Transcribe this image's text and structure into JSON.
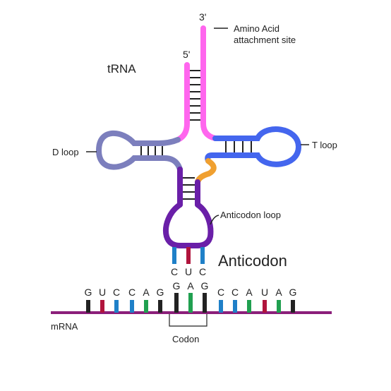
{
  "title": "tRNA",
  "end_3": "3'",
  "end_5": "5'",
  "labels": {
    "amino_acid_line1": "Amino Acid",
    "amino_acid_line2": "attachment site",
    "d_loop": "D loop",
    "t_loop": "T loop",
    "anticodon_loop": "Anticodon loop",
    "anticodon": "Anticodon",
    "codon": "Codon",
    "mrna": "mRNA"
  },
  "anticodon_bases": [
    "C",
    "U",
    "C"
  ],
  "mrna_bases": [
    "G",
    "U",
    "C",
    "C",
    "A",
    "G",
    "G",
    "A",
    "G",
    "C",
    "C",
    "A",
    "U",
    "A",
    "G"
  ],
  "colors": {
    "acceptor_stem": "#ff66ee",
    "d_arm": "#7c7fbd",
    "t_arm": "#4466ee",
    "variable_loop": "#f0a030",
    "anticodon_arm": "#6a1fa8",
    "mrna_strand": "#8b1f7a",
    "base_G": "#222222",
    "base_U": "#b0143c",
    "base_C": "#1f80c8",
    "base_A": "#20a050"
  }
}
